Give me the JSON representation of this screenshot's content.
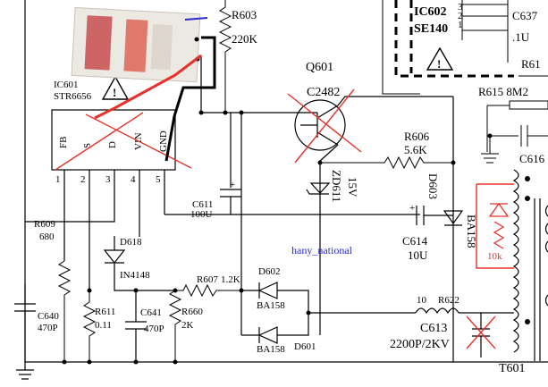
{
  "labels": {
    "r603": "R603",
    "r603_val": "220K",
    "q601": "Q601",
    "q601_part": "C2482",
    "ic601": "IC601",
    "ic601_part": "STR6656",
    "pin_fb": "FB",
    "pin_s": "S",
    "pin_d": "D",
    "pin_vin": "VIN",
    "pin_gnd": "GND",
    "pin1": "1",
    "pin2": "2",
    "pin3": "3",
    "pin4": "4",
    "pin5": "5",
    "ic602": "IC602",
    "ic602_part": "SE140",
    "ic602_p1": "1",
    "ic602_p2": "2",
    "ic602_p3": "3",
    "c637": "C637",
    "c637_val": ".1U",
    "r61": "R61",
    "r615": "R615 8M2",
    "c616": "C616",
    "r606": "R606",
    "r606_val": "5.6K",
    "zd611": "ZD611",
    "zd611_val": "15V",
    "d603": "D603",
    "c611": "C611",
    "c611_val": "100U",
    "c614": "C614",
    "c614_val": "10U",
    "ba158_right": "BA158",
    "r609": "R609",
    "r609_val": "680",
    "d618": "D618",
    "in4148": "IN4148",
    "r607": "R607",
    "r607_val": "1.2K",
    "d602": "D602",
    "ba158_a": "BA158",
    "ba158_b": "BA158",
    "d601": "D601",
    "c640": "C640",
    "c640_val": "470P",
    "r611": "R611",
    "r611_val": "0.11",
    "c641": "C641",
    "c641_val": "470P",
    "r660": "R660",
    "r660_val": "2K",
    "r622_num": "10",
    "r622": "R622",
    "c613": "C613",
    "c613_val": "2200P/2KV",
    "t601": "T601",
    "watermark": "hany_national",
    "red_label": "10k",
    "plus": "+"
  },
  "colors": {
    "modification": "#e8312a",
    "watermark": "#2b2bd6",
    "label_tape": "#e8e4de",
    "wire": "#000000"
  },
  "icons": [
    "warning-triangle-icon",
    "sticker-label-icon",
    "ground-symbol-icon"
  ]
}
